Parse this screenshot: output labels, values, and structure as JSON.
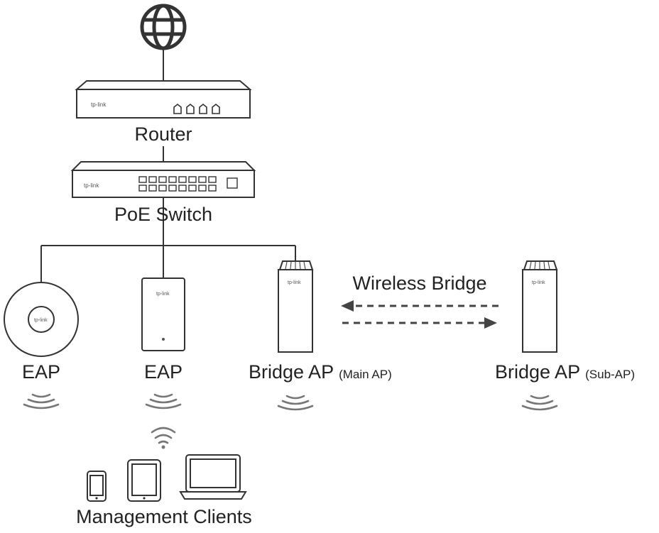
{
  "nodes": {
    "router": {
      "label": "Router"
    },
    "poe_switch": {
      "label": "PoE Switch"
    },
    "eap_ceiling": {
      "label": "EAP"
    },
    "eap_wall": {
      "label": "EAP"
    },
    "bridge_main": {
      "label": "Bridge AP",
      "role": "(Main AP)"
    },
    "bridge_sub": {
      "label": "Bridge AP",
      "role": "(Sub-AP)"
    },
    "clients": {
      "label": "Management Clients"
    }
  },
  "links": {
    "wireless_bridge": {
      "label": "Wireless Bridge"
    }
  },
  "colors": {
    "line": "#333333",
    "device_fill": "#ffffff",
    "dash": "#444444",
    "wifi": "#777777"
  }
}
